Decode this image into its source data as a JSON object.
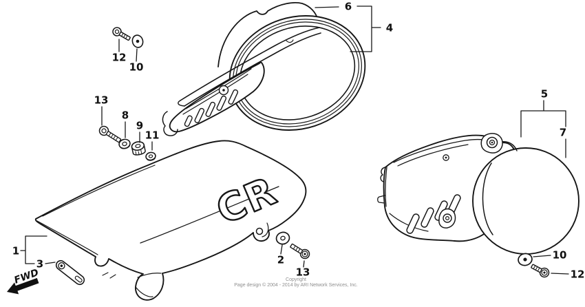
{
  "diagram": {
    "fwd_label": "FWD",
    "seat_logo": "CR"
  },
  "callouts": [
    {
      "label": "12"
    },
    {
      "label": "10"
    },
    {
      "label": "13"
    },
    {
      "label": "8"
    },
    {
      "label": "9"
    },
    {
      "label": "11"
    },
    {
      "label": "6"
    },
    {
      "label": "4"
    },
    {
      "label": "5"
    },
    {
      "label": "7"
    },
    {
      "label": "1"
    },
    {
      "label": "3"
    },
    {
      "label": "2"
    },
    {
      "label": "13"
    },
    {
      "label": "10"
    },
    {
      "label": "12"
    }
  ],
  "footer": {
    "line1": "Copyright",
    "line2": "Page design © 2004 - 2014 by ARI Network Services, Inc."
  }
}
